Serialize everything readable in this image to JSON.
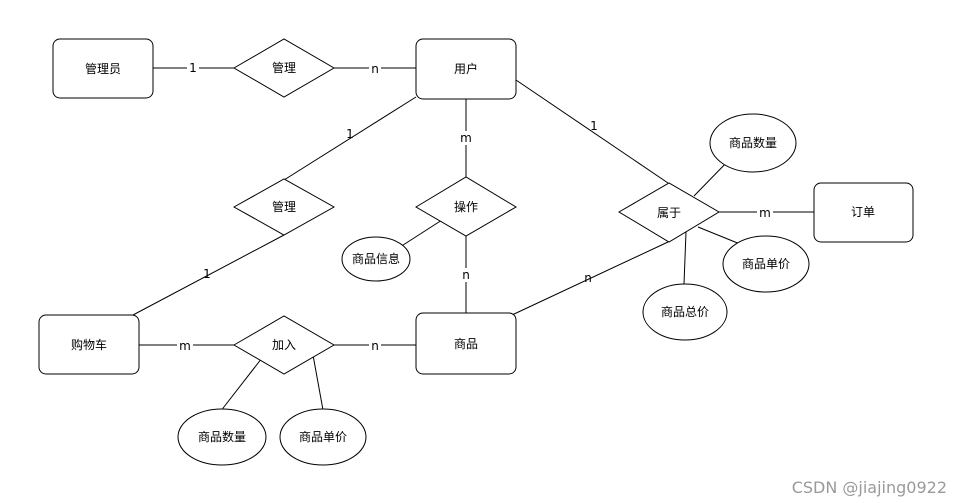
{
  "entities": {
    "admin": "管理员",
    "user": "用户",
    "cart": "购物车",
    "product": "商品",
    "order": "订单"
  },
  "relationships": {
    "manage_user": "管理",
    "manage_cart": "管理",
    "operate": "操作",
    "belong": "属于",
    "add": "加入"
  },
  "attributes": {
    "product_info": "商品信息",
    "order_qty": "商品数量",
    "order_unit_price": "商品单价",
    "order_total": "商品总价",
    "add_qty": "商品数量",
    "add_unit_price": "商品单价"
  },
  "cardinalities": {
    "admin_manage": "1",
    "manage_user": "n",
    "user_manage_cart": "1",
    "manage_cart_cart": "1",
    "user_operate": "m",
    "operate_product": "n",
    "user_belong": "1",
    "belong_order": "m",
    "product_belong": "n",
    "cart_add": "m",
    "add_product": "n"
  },
  "watermark": "CSDN @jiajing0922"
}
